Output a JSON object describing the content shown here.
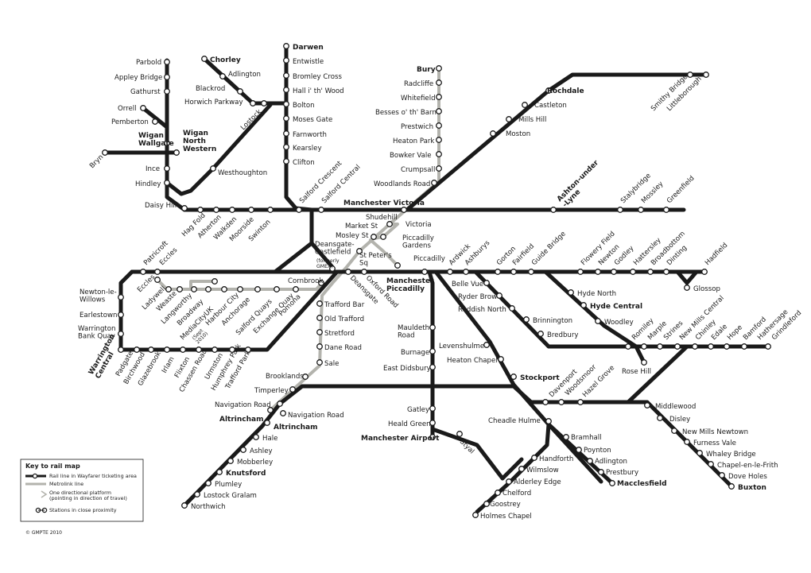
{
  "map": {
    "colors": {
      "rail": "#1a1a1a",
      "metrolink": "#b3b3ad",
      "background": "#ffffff"
    },
    "stations": {
      "darwen": "Darwen",
      "entwistle": "Entwistle",
      "bromley_cross": "Bromley Cross",
      "hall_i_th_wood": "Hall i' th' Wood",
      "bolton": "Bolton",
      "moses_gate": "Moses Gate",
      "farnworth": "Farnworth",
      "kearsley": "Kearsley",
      "clifton": "Clifton",
      "chorley": "Chorley",
      "adlington_lancs": "Adlington",
      "blackrod": "Blackrod",
      "horwich_parkway": "Horwich Parkway",
      "lostock": "Lostock",
      "westhoughton": "Westhoughton",
      "parbold": "Parbold",
      "appley_bridge": "Appley Bridge",
      "gathurst": "Gathurst",
      "orrell": "Orrell",
      "pemberton": "Pemberton",
      "wigan_wallgate": "Wigan\nWallgate",
      "wigan_north_western": "Wigan\nNorth\nWestern",
      "bryn": "Bryn",
      "ince": "Ince",
      "hindley": "Hindley",
      "daisy_hill": "Daisy Hill",
      "hag_fold": "Hag Fold",
      "atherton": "Atherton",
      "walkden": "Walkden",
      "moorside": "Moorside",
      "swinton": "Swinton",
      "salford_crescent": "Salford Crescent",
      "salford_central": "Salford Central",
      "manchester_victoria": "Manchester Victoria",
      "bury": "Bury",
      "radcliffe": "Radcliffe",
      "whitefield": "Whitefield",
      "besses_o_th_barn": "Besses o' th' Barn",
      "prestwich": "Prestwich",
      "heaton_park": "Heaton Park",
      "bowker_vale": "Bowker Vale",
      "crumpsall": "Crumpsall",
      "woodlands_road": "Woodlands Road",
      "shudehill": "Shudehill",
      "victoria": "Victoria",
      "market_st": "Market St",
      "mosley_st": "Mosley St",
      "piccadilly_gardens": "Piccadilly\nGardens",
      "piccadilly_metro": "Piccadilly",
      "st_peters_sq": "St Peter's\nSq",
      "deansgate_castlefield": "Deansgate-\nCastlefield",
      "formerly_gmex": "(formerly\nGMEX)",
      "rochdale": "Rochdale",
      "castleton": "Castleton",
      "mills_hill": "Mills Hill",
      "moston": "Moston",
      "smithy_bridge": "Smithy Bridge",
      "littleborough": "Littleborough",
      "ashton_under_lyne": "Ashton-under\n-Lyne",
      "stalybridge": "Stalybridge",
      "mossley": "Mossley",
      "greenfield": "Greenfield",
      "newton_le_willows": "Newton-le-\nWillows",
      "earlestown": "Earlestown",
      "warrington_bank_quay": "Warrington\nBank Quay",
      "patricroft": "Patricroft",
      "eccles_rail": "Eccles",
      "eccles_metro": "Eccles",
      "ladywell": "Ladywell",
      "weaste": "Weaste",
      "langworthy": "Langworthy",
      "broadway": "Broadway",
      "mediacityuk": "MediaCityUK",
      "mediacity_note": "(Sept\n2010)",
      "harbour_city": "Harbour City",
      "anchorage": "Anchorage",
      "salford_quays": "Salford Quays",
      "exchange_quay": "Exchange Quay",
      "pomona": "Pomona",
      "cornbrook": "Cornbrook",
      "deansgate": "Deansgate",
      "oxford_road": "Oxford Road",
      "manchester_piccadilly": "Manchester\nPiccadilly",
      "ardwick": "Ardwick",
      "ashburys": "Ashburys",
      "gorton": "Gorton",
      "fairfield": "Fairfield",
      "guide_bridge": "Guide Bridge",
      "flowery_field": "Flowery Field",
      "newton": "Newton",
      "godley": "Godley",
      "hattersley": "Hattersley",
      "broadbottom": "Broadbottom",
      "dinting": "Dinting",
      "hadfield": "Hadfield",
      "glossop": "Glossop",
      "belle_vue": "Belle Vue",
      "ryder_brow": "Ryder Brow",
      "reddish_north": "Reddish North",
      "brinnington": "Brinnington",
      "bredbury": "Bredbury",
      "hyde_north": "Hyde North",
      "hyde_central": "Hyde Central",
      "woodley": "Woodley",
      "romiley": "Romiley",
      "marple": "Marple",
      "strines": "Strines",
      "new_mills_central": "New Mills Central",
      "chinley": "Chinley",
      "edale": "Edale",
      "hope": "Hope",
      "bamford": "Bamford",
      "hathersage": "Hathersage",
      "grindleford": "Grindleford",
      "rose_hill": "Rose Hill",
      "warrington_central": "Warrington\nCentral",
      "padgate": "Padgate",
      "birchwood": "Birchwood",
      "glazebrook": "Glazebrook",
      "irlam": "Irlam",
      "flixton": "Flixton",
      "chassen_road": "Chassen Road",
      "urmston": "Urmston",
      "humphrey_park": "Humphrey Park",
      "trafford_park": "Trafford Park",
      "trafford_bar": "Trafford Bar",
      "old_trafford": "Old Trafford",
      "stretford": "Stretford",
      "dane_road": "Dane Road",
      "sale": "Sale",
      "brooklands": "Brooklands",
      "timperley": "Timperley",
      "navigation_road_metro": "Navigation Road",
      "altrincham_metro": "Altrincham",
      "navigation_road_rail": "Navigation Road",
      "altrincham_rail": "Altrincham",
      "hale": "Hale",
      "ashley": "Ashley",
      "mobberley": "Mobberley",
      "knutsford": "Knutsford",
      "plumley": "Plumley",
      "lostock_gralam": "Lostock Gralam",
      "northwich": "Northwich",
      "mauldeth_road": "Mauldeth\nRoad",
      "burnage": "Burnage",
      "east_didsbury": "East Didsbury",
      "gatley": "Gatley",
      "heald_green": "Heald Green",
      "manchester_airport": "Manchester Airport",
      "styal": "Styal",
      "levenshulme": "Levenshulme",
      "heaton_chapel": "Heaton Chapel",
      "stockport": "Stockport",
      "davenport": "Davenport",
      "woodsmoor": "Woodsmoor",
      "hazel_grove": "Hazel Grove",
      "middlewood": "Middlewood",
      "disley": "Disley",
      "new_mills_newtown": "New Mills Newtown",
      "furness_vale": "Furness Vale",
      "whaley_bridge": "Whaley Bridge",
      "chapel_en_le_frith": "Chapel-en-le-Frith",
      "dove_holes": "Dove Holes",
      "buxton": "Buxton",
      "cheadle_hulme": "Cheadle Hulme",
      "bramhall": "Bramhall",
      "poynton": "Poynton",
      "adlington_cheshire": "Adlington",
      "prestbury": "Prestbury",
      "macclesfield": "Macclesfield",
      "handforth": "Handforth",
      "wilmslow": "Wilmslow",
      "alderley_edge": "Alderley Edge",
      "chelford": "Chelford",
      "goostrey": "Goostrey",
      "holmes_chapel": "Holmes Chapel"
    },
    "key": {
      "title": "Key to rail map",
      "items": [
        "Rail line in Wayfarer ticketing area",
        "Metrolink line",
        "One directional platform\n(pointing in direction of travel)",
        "Stations in close proximity"
      ]
    },
    "copyright": "© GMPTE 2010"
  }
}
